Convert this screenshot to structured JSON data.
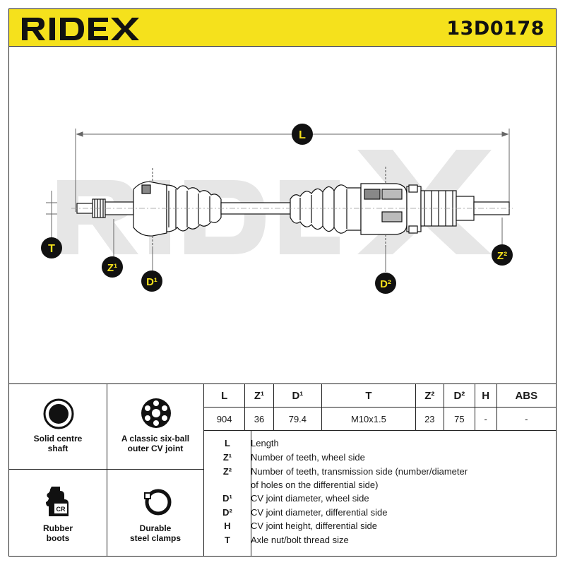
{
  "header": {
    "brand": "RIDEX",
    "part_number": "13D0178",
    "color": "#f5e11c"
  },
  "drawing": {
    "watermark": "RIDEX",
    "labels": {
      "L": "L",
      "T": "T",
      "Z1": "Z¹",
      "D1": "D¹",
      "D2": "D²",
      "Z2": "Z²"
    }
  },
  "features": [
    {
      "icon": "solid-shaft-icon",
      "label_line1": "Solid centre",
      "label_line2": "shaft"
    },
    {
      "icon": "six-ball-joint-icon",
      "label_line1": "A classic six-ball",
      "label_line2": "outer CV joint"
    },
    {
      "icon": "rubber-boot-icon",
      "label_line1": "Rubber",
      "label_line2": "boots",
      "badge": "CR"
    },
    {
      "icon": "steel-clamp-icon",
      "label_line1": "Durable",
      "label_line2": "steel clamps"
    }
  ],
  "spec_table": {
    "headers": [
      "L",
      "Z¹",
      "D¹",
      "T",
      "Z²",
      "D²",
      "H",
      "ABS"
    ],
    "values": [
      "904",
      "36",
      "79.4",
      "M10x1.5",
      "23",
      "75",
      "-",
      "-"
    ]
  },
  "legend": [
    {
      "key": "L",
      "desc": "Length"
    },
    {
      "key": "Z¹",
      "desc": "Number of teeth, wheel side"
    },
    {
      "key": "Z²",
      "desc": "Number of teeth, transmission side (number/diameter"
    },
    {
      "key": "",
      "desc": "of holes on the differential side)"
    },
    {
      "key": "D¹",
      "desc": "CV joint diameter, wheel side"
    },
    {
      "key": "D²",
      "desc": "CV joint diameter, differential side"
    },
    {
      "key": "H",
      "desc": "CV joint height, differential side"
    },
    {
      "key": "T",
      "desc": "Axle nut/bolt thread size"
    }
  ]
}
